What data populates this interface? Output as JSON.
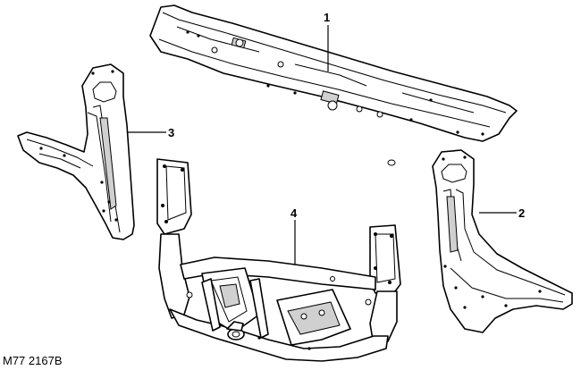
{
  "callouts": {
    "c1": "1",
    "c2": "2",
    "c3": "3",
    "c4": "4"
  },
  "reference_code": "M77 2167B"
}
